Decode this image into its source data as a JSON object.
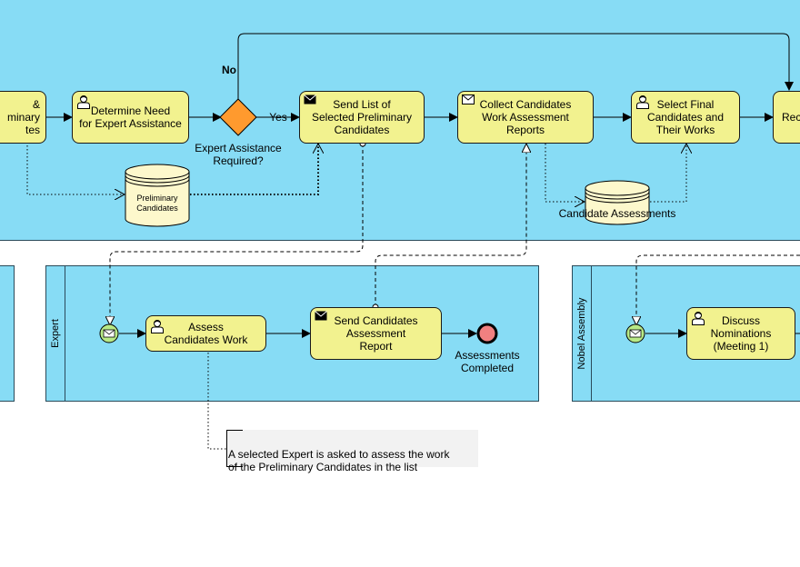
{
  "pools": {
    "expert_lane": "Expert",
    "nobel_lane": "Nobel Assembly"
  },
  "tasks": {
    "left_partial": "&\nminary\ntes",
    "determine_need": "Determine Need\nfor Expert Assistance",
    "send_list": "Send List of\nSelected Preliminary\nCandidates",
    "collect_reports": "Collect Candidates\nWork Assessment\nReports",
    "select_final": "Select Final\nCandidates and\nTheir Works",
    "right_partial": "Rec",
    "assess_work": "Assess\nCandidates Work",
    "send_report": "Send Candidates\nAssessment\nReport",
    "discuss_nominations": "Discuss\nNominations\n(Meeting 1)"
  },
  "gateway": {
    "label": "Expert Assistance\nRequired?",
    "no_label": "No",
    "yes_label": "Yes"
  },
  "datastores": {
    "preliminary": "Preliminary\nCandidates",
    "assessments": "Candidate Assessments"
  },
  "events": {
    "end_label": "Assessments\nCompleted"
  },
  "annotation": {
    "text": "A selected Expert is asked to assess the work\nof the Preliminary Candidates in the list"
  },
  "colors": {
    "pool": "#87dcf5",
    "task": "#f2f28f",
    "gateway": "#ff9a2e",
    "start_event": "#b8e986",
    "end_event": "#f08080"
  }
}
